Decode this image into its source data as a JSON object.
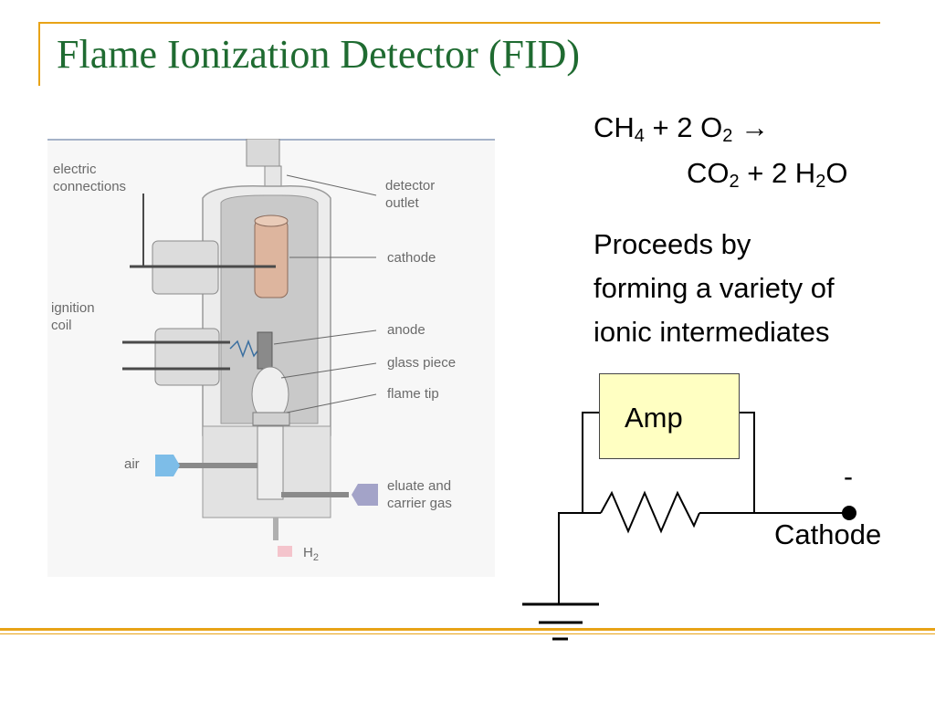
{
  "slide": {
    "title": "Flame Ionization Detector (FID)"
  },
  "reaction": {
    "line1": {
      "ch": "CH",
      "ch_sub": "4",
      "mid": " + 2 O",
      "o_sub": "2",
      "arrow": " →"
    },
    "line2": {
      "co": "CO",
      "co_sub": "2",
      "mid": " + 2 H",
      "h_sub": "2",
      "end": "O"
    }
  },
  "description": {
    "lines": [
      "Proceeds by",
      "forming a variety of",
      "ionic intermediates"
    ]
  },
  "diagram_labels": {
    "electric_connections": [
      "electric",
      "connections"
    ],
    "detector_outlet": [
      "detector",
      "outlet"
    ],
    "cathode": "cathode",
    "ignition_coil": [
      "ignition",
      "coil"
    ],
    "anode": "anode",
    "glass_piece": "glass piece",
    "flame_tip": "flame tip",
    "air": "air",
    "eluate": [
      "eluate and",
      "carrier gas"
    ],
    "h2": {
      "base": "H",
      "sub": "2"
    }
  },
  "circuit": {
    "amp_label": "Amp",
    "minus_sign": "-",
    "cathode_label": "Cathode"
  },
  "colors": {
    "title": "#1f6b31",
    "accent_line": "#e8a317",
    "amp_fill": "#ffffc2"
  }
}
